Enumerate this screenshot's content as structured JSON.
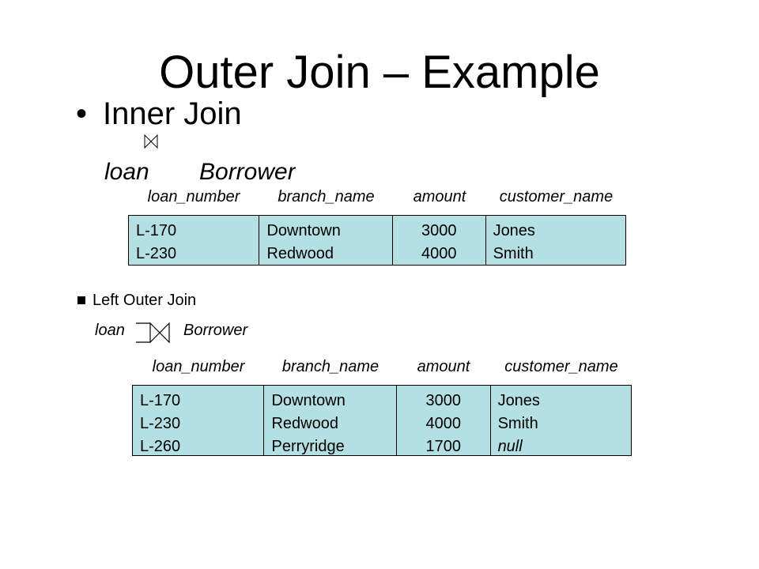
{
  "slide": {
    "title": "Outer Join – Example",
    "bullet_symbol": "•",
    "bullet_text": "Inner Join",
    "inner_expr": {
      "left": "loan",
      "right": "Borrower",
      "operator_icon": "natural-join-icon"
    },
    "inner_table": {
      "headers": [
        "loan_number",
        "branch_name",
        "amount",
        "customer_name"
      ],
      "columns": [
        [
          "L-170",
          "L-230"
        ],
        [
          "Downtown",
          "Redwood"
        ],
        [
          "3000",
          "4000"
        ],
        [
          "Jones",
          "Smith"
        ]
      ],
      "fill_color": "#b4dfe3"
    },
    "sub_bullet_text": "Left Outer Join",
    "left_expr": {
      "left": "loan",
      "right": "Borrower",
      "operator_icon": "left-outer-join-icon"
    },
    "left_table": {
      "headers": [
        "loan_number",
        "branch_name",
        "amount",
        "customer_name"
      ],
      "columns": [
        [
          "L-170",
          "L-230",
          "L-260"
        ],
        [
          "Downtown",
          "Redwood",
          "Perryridge"
        ],
        [
          "3000",
          "4000",
          "1700"
        ],
        [
          "Jones",
          "Smith",
          "null"
        ]
      ],
      "fill_color": "#b4dfe3"
    }
  }
}
